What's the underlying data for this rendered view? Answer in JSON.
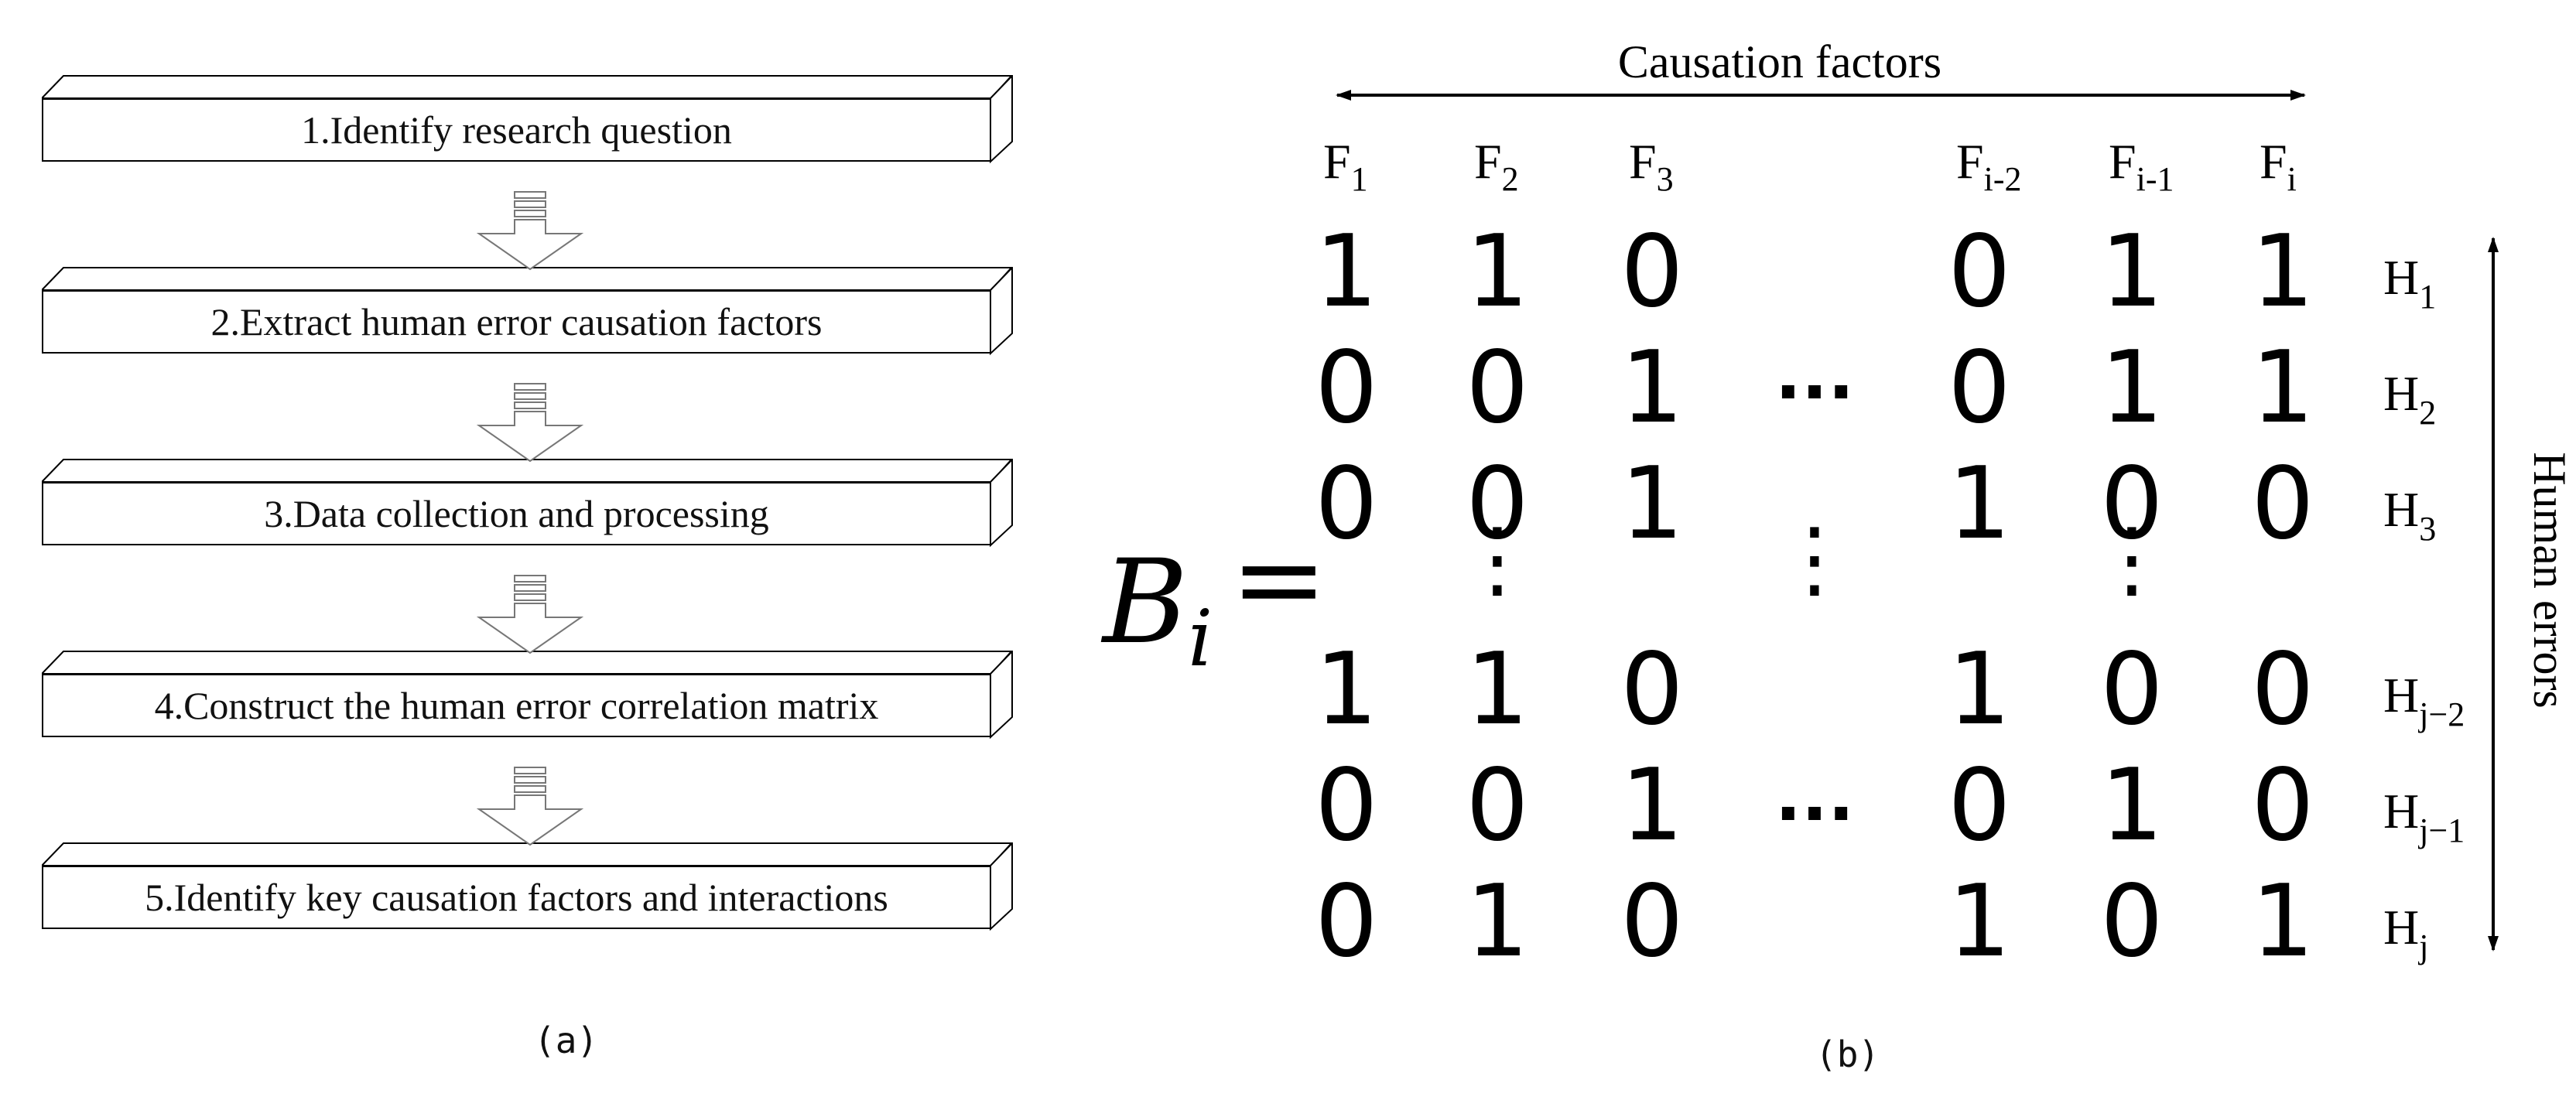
{
  "steps": [
    "1.Identify research question",
    "2.Extract human error causation factors",
    "3.Data collection and processing",
    "4.Construct the human error correlation matrix",
    "5.Identify key causation factors and interactions"
  ],
  "caption_a": "(a)",
  "caption_b": "(b)",
  "matrix_label": "B",
  "matrix_label_sub": "i",
  "matrix_equals": "=",
  "col_axis_label": "Causation factors",
  "row_axis_label": "Human errors",
  "col_headers": [
    {
      "base": "F",
      "sub": "1"
    },
    {
      "base": "F",
      "sub": "2"
    },
    {
      "base": "F",
      "sub": "3"
    },
    {
      "base": "F",
      "sub": "i-2"
    },
    {
      "base": "F",
      "sub": "i-1"
    },
    {
      "base": "F",
      "sub": "i"
    }
  ],
  "row_labels": [
    {
      "base": "H",
      "sub": "1"
    },
    {
      "base": "H",
      "sub": "2"
    },
    {
      "base": "H",
      "sub": "3"
    },
    {
      "base": "H",
      "sub": "j−2"
    },
    {
      "base": "H",
      "sub": "j−1"
    },
    {
      "base": "H",
      "sub": "j"
    }
  ],
  "matrix_rows": [
    [
      "1",
      "1",
      "0",
      "0",
      "1",
      "1"
    ],
    [
      "0",
      "0",
      "1",
      "0",
      "1",
      "1"
    ],
    [
      "0",
      "0",
      "1",
      "1",
      "0",
      "0"
    ],
    [
      "1",
      "1",
      "0",
      "1",
      "0",
      "0"
    ],
    [
      "0",
      "0",
      "1",
      "0",
      "1",
      "0"
    ],
    [
      "0",
      "1",
      "0",
      "1",
      "0",
      "1"
    ]
  ],
  "hdots": "...",
  "vdots": "⋮"
}
